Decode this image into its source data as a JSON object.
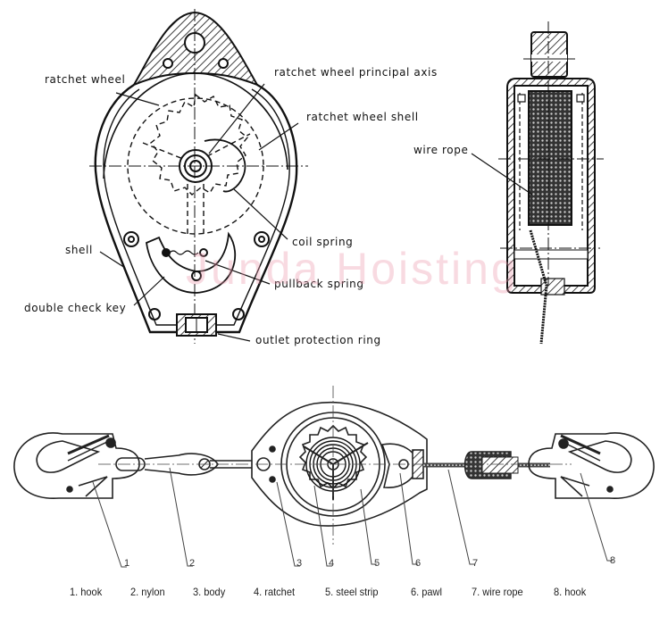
{
  "top_left_diagram": {
    "labels": {
      "ratchet_wheel": "ratchet wheel",
      "principal_axis": "ratchet wheel principal axis",
      "ratchet_wheel_shell": "ratchet wheel shell",
      "coil_spring": "coil spring",
      "shell": "shell",
      "pullback_spring": "pullback spring",
      "double_check_key": "double check key",
      "outlet_protection_ring": "outlet protection ring"
    }
  },
  "top_right_diagram": {
    "labels": {
      "wire_rope": "wire rope"
    }
  },
  "watermark": "Junda Hoisting",
  "bottom_diagram": {
    "callout_numbers": [
      "1",
      "2",
      "3",
      "4",
      "5",
      "6",
      "7",
      "8"
    ],
    "legend": [
      "1. hook",
      "2. nylon",
      "3. body",
      "4. ratchet",
      "5. steel strip",
      "6. pawl",
      "7. wire rope",
      "8. hook"
    ]
  }
}
